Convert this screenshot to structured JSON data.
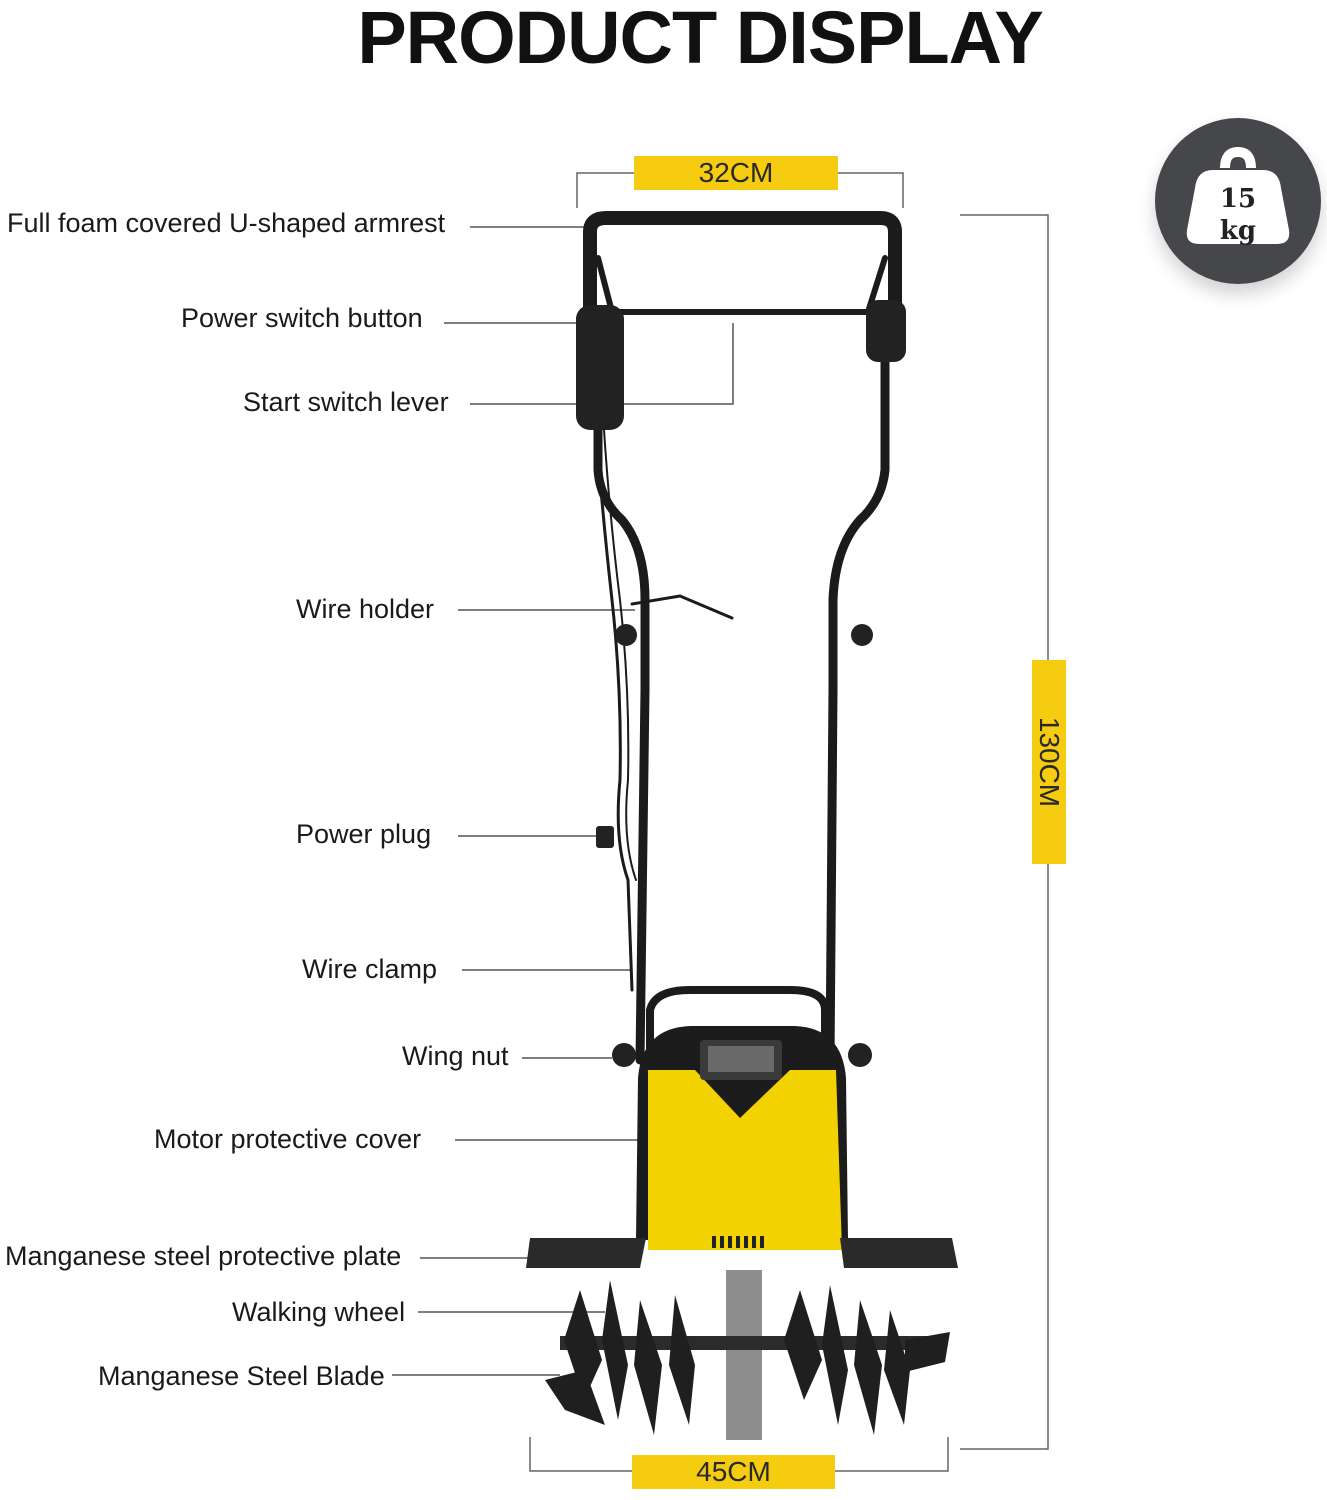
{
  "title": "PRODUCT DISPLAY",
  "weight": {
    "value": "15",
    "unit": "kg",
    "icon": "weight-icon"
  },
  "dimensions": {
    "top_width": "32CM",
    "bottom_width": "45CM",
    "height": "130CM"
  },
  "colors": {
    "accent_yellow": "#f6cc11",
    "body_yellow": "#f2d200",
    "frame_black": "#1b1b1b",
    "badge_dark": "#46474b"
  },
  "labels": {
    "armrest": "Full foam covered U-shaped armrest",
    "power_switch": "Power switch button",
    "start_lever": "Start switch lever",
    "wire_holder": "Wire holder",
    "power_plug": "Power plug",
    "wire_clamp": "Wire clamp",
    "wing_nut": "Wing nut",
    "motor_cover": "Motor protective cover",
    "protective_plate": "Manganese steel protective plate",
    "walking_wheel": "Walking wheel",
    "blade": "Manganese Steel Blade"
  }
}
